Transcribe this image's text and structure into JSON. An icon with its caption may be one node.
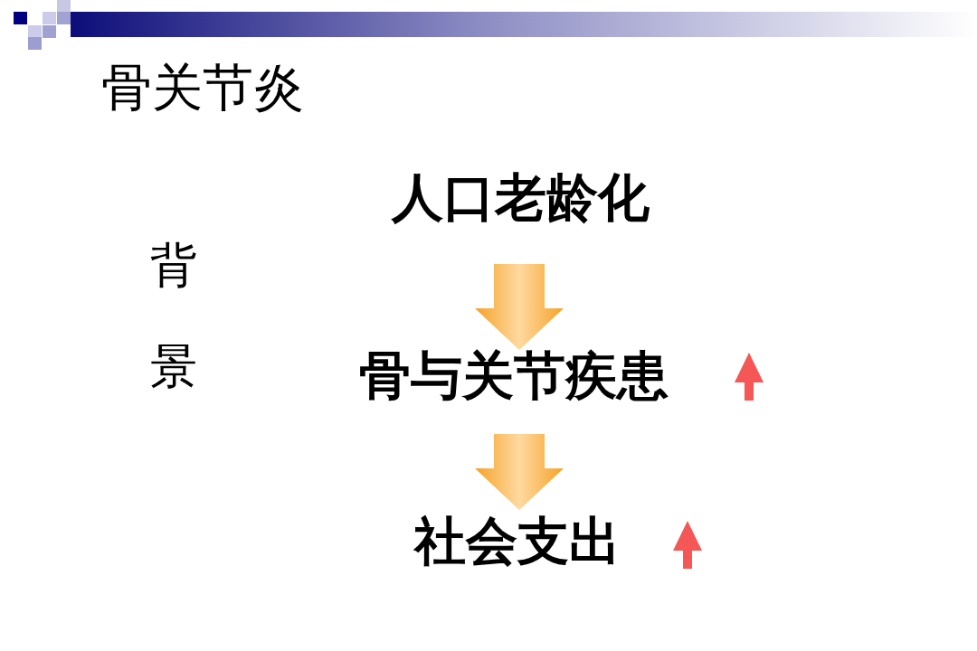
{
  "diagram": {
    "title": "骨关节炎",
    "nodes": [
      {
        "text": [
          "人口老龄化"
        ]
      },
      {
        "text": [
          "骨与关节疾患"
        ]
      },
      {
        "text": [
          "社会支出"
        ]
      }
    ],
    "edges": [
      {
        "from": 0,
        "to": 1,
        "arrow": "to"
      },
      {
        "from": 1,
        "to": 2,
        "arrow": "to"
      }
    ],
    "labels": [
      "背景"
    ]
  }
}
